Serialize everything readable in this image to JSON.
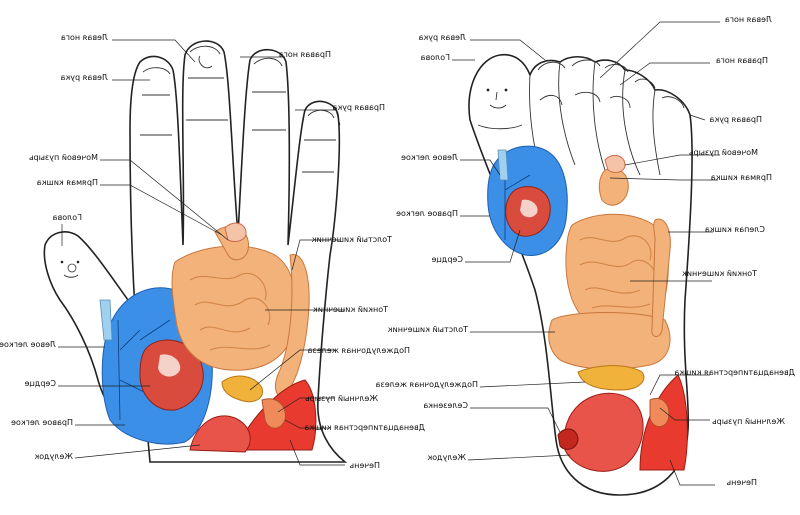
{
  "colors": {
    "lung": "#3b8fe6",
    "heart": "#d94b3d",
    "intestine": "#f2b27a",
    "liver": "#e83a2e",
    "pancreas": "#f0b23a",
    "outline": "#222222"
  },
  "hand": {
    "labels": {
      "left_leg": "Левая нога",
      "right_leg": "Правая нога",
      "left_arm": "Левая рука",
      "right_arm": "Правая рука",
      "bladder": "Мочевой пузырь",
      "rectum": "Прямая кишка",
      "head": "Голова",
      "colon": "Толстый кишечник",
      "small_intestine": "Тонкий кишечник",
      "pancreas": "Поджелудочная железа",
      "left_lung": "Левое легкое",
      "heart": "Сердце",
      "gallbladder": "Желчный пузырь",
      "right_lung": "Правое легкое",
      "duodenum": "Двенадцатиперстная кишка",
      "stomach": "Желудок",
      "liver": "Печень"
    }
  },
  "foot": {
    "labels": {
      "left_arm": "Левая рука",
      "left_leg": "Левая нога",
      "head": "Голова",
      "right_leg": "Правая нога",
      "right_arm": "Правая рука",
      "bladder": "Мочевой пузырь",
      "left_lung": "Левое легкое",
      "rectum": "Прямая кишка",
      "right_lung": "Правое легкое",
      "cecum": "Слепая кишка",
      "heart": "Сердце",
      "small_intestine": "Тонкий кишечник",
      "colon": "Толстый кишечник",
      "duodenum": "Двенадцатиперстная кишка",
      "pancreas": "Поджелудочная железа",
      "spleen": "Селезенка",
      "gallbladder": "Желчный пузырь",
      "stomach": "Желудок",
      "liver": "Печень"
    }
  }
}
